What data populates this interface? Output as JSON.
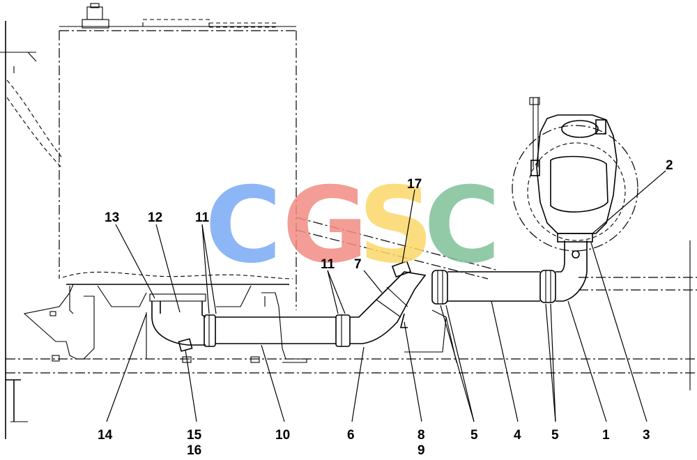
{
  "callouts": {
    "c1": "1",
    "c2": "2",
    "c3": "3",
    "c4": "4",
    "c5a": "5",
    "c5b": "5",
    "c6": "6",
    "c7": "7",
    "c8": "8",
    "c9": "9",
    "c10": "10",
    "c11a": "11",
    "c11b": "11",
    "c12": "12",
    "c13": "13",
    "c14": "14",
    "c15": "15",
    "c16": "16",
    "c17": "17"
  },
  "watermark": {
    "letters": [
      "C",
      "G",
      "S",
      "C"
    ],
    "colors": [
      "#7aaaf5",
      "#f28d84",
      "#fbd86a",
      "#7fc19a"
    ]
  }
}
